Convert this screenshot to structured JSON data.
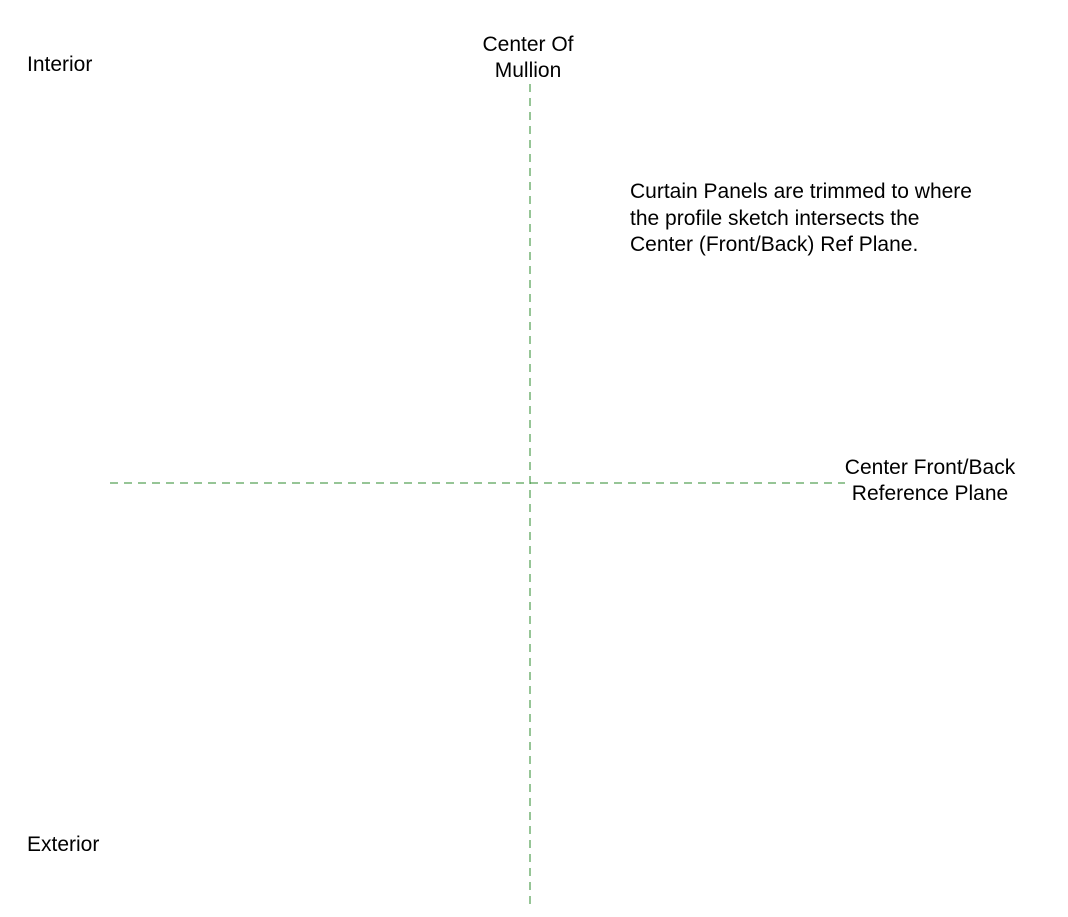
{
  "labels": {
    "interior": "Interior",
    "exterior": "Exterior",
    "mullion_line1": "Center Of",
    "mullion_line2": "Mullion",
    "refplane_line1": "Center Front/Back",
    "refplane_line2": "Reference Plane"
  },
  "note": {
    "line1": "Curtain Panels are trimmed to where",
    "line2": "the profile sketch intersects the",
    "line3": "Center (Front/Back) Ref Plane."
  },
  "colors": {
    "reference_line": "#2e8b2e",
    "background": "#ffffff",
    "text": "#000000"
  }
}
